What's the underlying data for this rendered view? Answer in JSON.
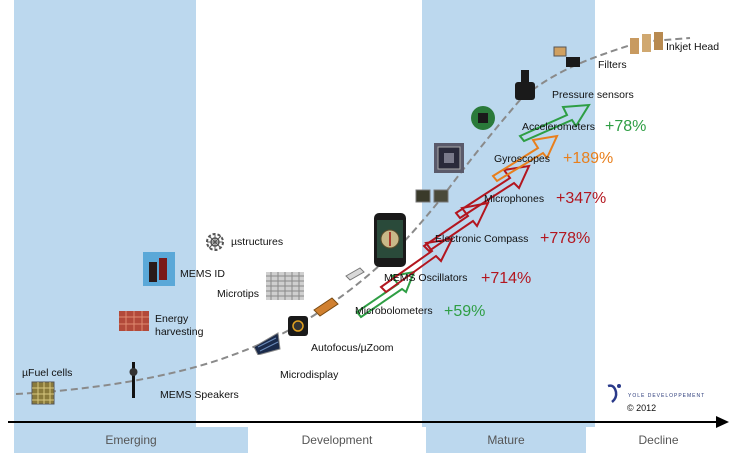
{
  "phases": [
    "Emerging",
    "Development",
    "Mature",
    "Decline"
  ],
  "products": {
    "ufuel_cells": "µFuel cells",
    "mems_speakers": "MEMS Speakers",
    "energy_harvesting_1": "Energy",
    "energy_harvesting_2": "harvesting",
    "mems_id": "MEMS ID",
    "ustructures": "µstructures",
    "microtips": "Microtips",
    "microdisplay": "Microdisplay",
    "autofocus": "Autofocus/µZoom",
    "microbolometers": "Microbolometers",
    "mems_oscillators": "MEMS Oscillators",
    "electronic_compass": "Electronic Compass",
    "microphones": "Microphones",
    "gyroscopes": "Gyroscopes",
    "accelerometers": "Accelerometers",
    "pressure_sensors": "Pressure sensors",
    "filters": "Filters",
    "inkjet_head": "Inkjet Head"
  },
  "growth": {
    "microbolometers": "+59%",
    "mems_oscillators": "+714%",
    "electronic_compass": "+778%",
    "microphones": "+347%",
    "gyroscopes": "+189%",
    "accelerometers": "+78%"
  },
  "colors": {
    "band": "#bcd8ee",
    "green": "#2e9e44",
    "orange": "#e87f1c",
    "red": "#b3161f",
    "curve": "#808080"
  },
  "logo": {
    "brand": "YOLE DEVELOPPEMENT",
    "copyright": "© 2012"
  }
}
